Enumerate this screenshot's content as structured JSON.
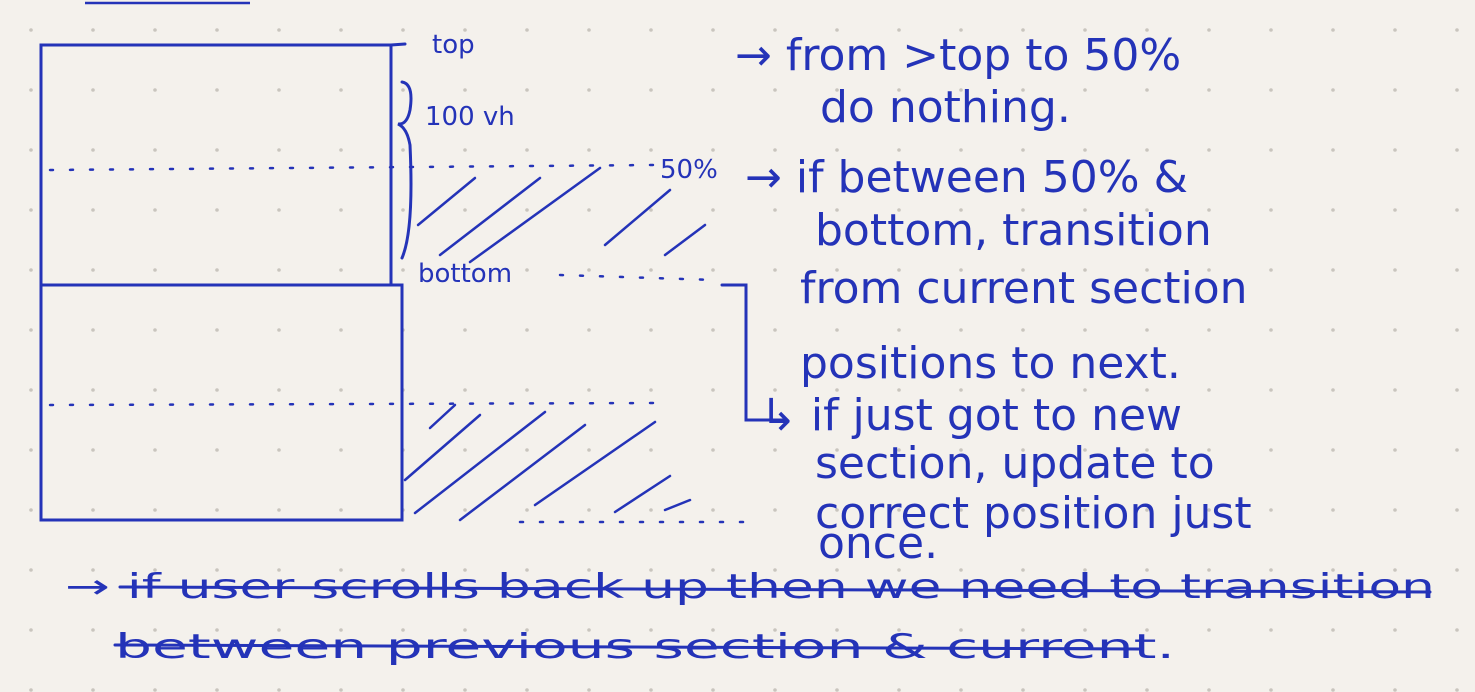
{
  "colors": {
    "paper": "#f4f1ec",
    "ink": "#2433b8",
    "dot_grid": "#c9c5be"
  },
  "labels": {
    "top": "top",
    "viewport_height": "100 vh",
    "midpoint": "50%",
    "bottom": "bottom"
  },
  "notes": {
    "note1_line1": "→ from >top to 50%",
    "note1_line2": "do nothing.",
    "note2_line1": "→ if between 50% &",
    "note2_line2": "bottom, transition",
    "note2_line3": "from current section",
    "note2_line4": "positions to next.",
    "note3_line1": "↳ if just got to new",
    "note3_line2": "section, update to",
    "note3_line3": "correct position just",
    "note3_line4": "once."
  },
  "struck_note": {
    "line1": "→ if user scrolls back up then we need to transition",
    "line2": "between previous section & current."
  }
}
